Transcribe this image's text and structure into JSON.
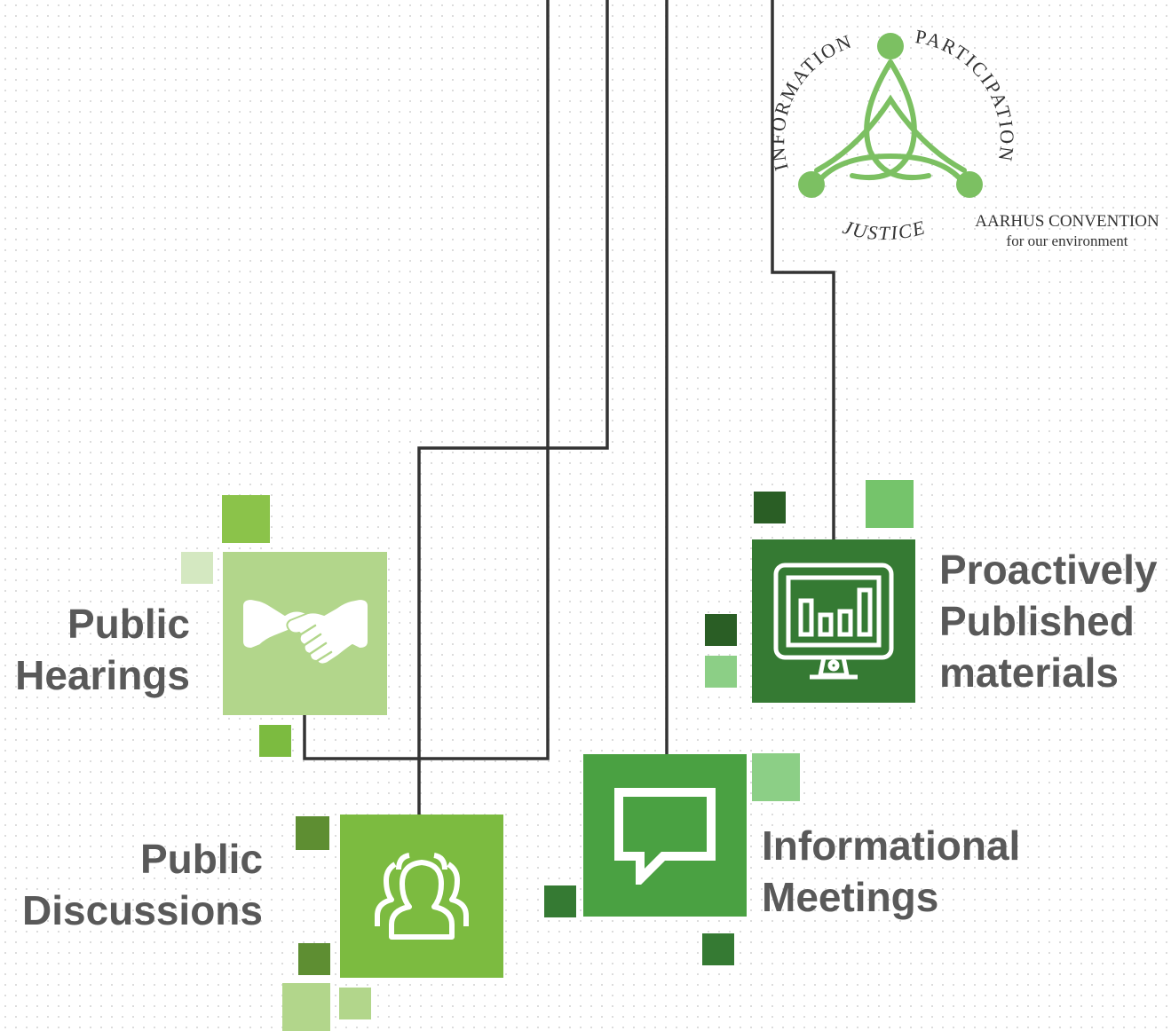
{
  "colors": {
    "line": "#333333",
    "light_green": "#b2d68b",
    "lime_green": "#7cbb40",
    "medium_green": "#4aa142",
    "dark_green": "#357a33",
    "logo_green": "#7cc062",
    "label_gray": "#595959"
  },
  "items": [
    {
      "label_line1": "Public",
      "label_line2": "Hearings",
      "icon": "handshake-icon"
    },
    {
      "label_line1": "Public",
      "label_line2": "Discussions",
      "icon": "people-group-icon"
    },
    {
      "label_line1": "Informational",
      "label_line2": "Meetings",
      "icon": "speech-bubble-icon"
    },
    {
      "label_line1": "Proactively",
      "label_line2": "Published",
      "label_line3": "materials",
      "icon": "monitor-chart-icon"
    }
  ],
  "logo": {
    "word_top_left": "INFORMATION",
    "word_top_right": "PARTICIPATION",
    "word_bottom": "JUSTICE",
    "title": "AARHUS CONVENTION",
    "subtitle": "for our environment"
  }
}
